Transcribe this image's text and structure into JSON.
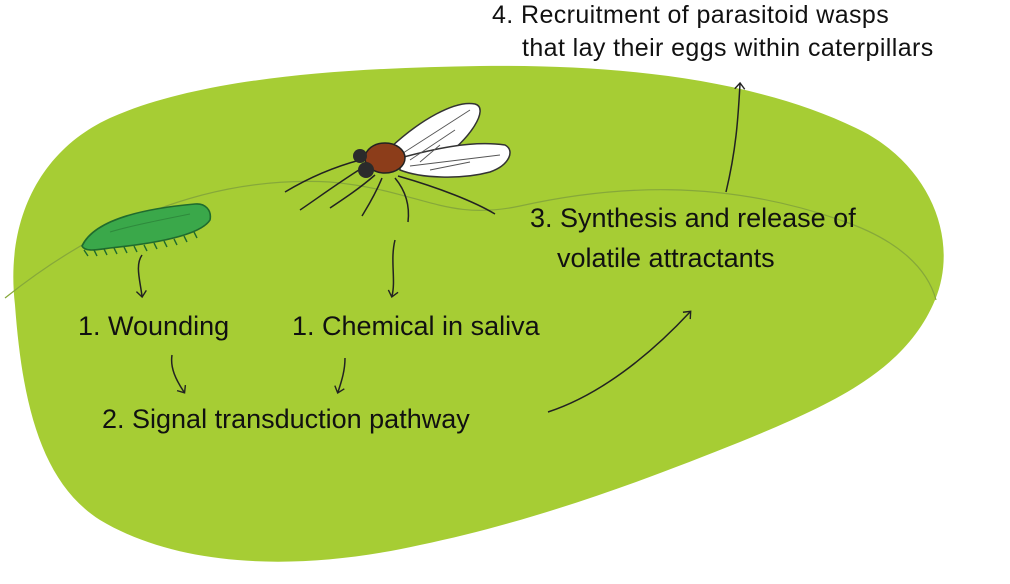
{
  "diagram": {
    "step_wounding": "1. Wounding",
    "step_chemical": "1. Chemical in saliva",
    "step_signal": "2. Signal transduction pathway",
    "step_synthesis_line1": "3. Synthesis and release of",
    "step_synthesis_line2": "volatile attractants",
    "step_recruitment_line1": "4. Recruitment of parasitoid wasps",
    "step_recruitment_line2": "that lay their eggs within caterpillars"
  },
  "colors": {
    "leaf": "#a6cd34",
    "leaf_vein": "#86a83a",
    "caterpillar": "#3aa84a",
    "insect_thorax": "#8c3d1a",
    "insect_head": "#2b2b2b",
    "wing": "#ffffff",
    "line": "#222222"
  },
  "icons": [
    "leaf",
    "caterpillar",
    "insect",
    "arrow"
  ]
}
